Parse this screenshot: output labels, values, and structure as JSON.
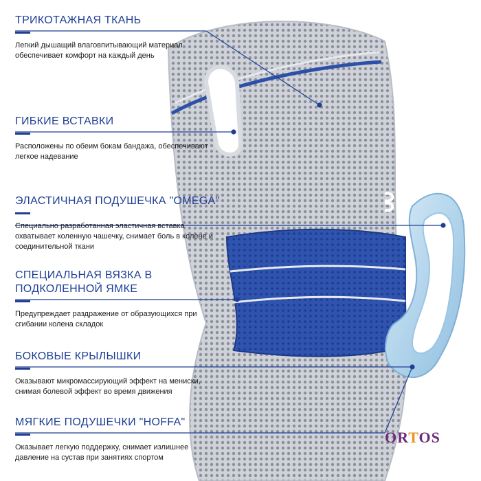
{
  "features": [
    {
      "title": "ТРИКОТАЖНАЯ ТКАНЬ",
      "desc": "Легкий дышащий влаговпитывающий материал обеспечивает комфорт на каждый день"
    },
    {
      "title": "ГИБКИЕ ВСТАВКИ",
      "desc": "Расположены по обеим бокам бандажа, обеспечивают легкое надевание"
    },
    {
      "title": "ЭЛАСТИЧНАЯ ПОДУШЕЧКА \"OMEGA\"",
      "desc": "Специально разработанная эластичная вставка охватывает коленную чашечку, снимает боль в колене и соединительной ткани"
    },
    {
      "title": "СПЕЦИАЛЬНАЯ ВЯЗКА В ПОДКОЛЕННОЙ ЯМКЕ",
      "desc": "Предупреждает раздражение от образующихся при сгибании колена складок"
    },
    {
      "title": "БОКОВЫЕ КРЫЛЫШКИ",
      "desc": "Оказывают микромассирующий эффект на мениски, снимая болевой эффект во время движения"
    },
    {
      "title": "МЯГКИЕ ПОДУШЕЧКИ \"HOFFA\"",
      "desc": "Оказывает легкую поддержку, снимает излишнее давление на сустав при занятиях спортом"
    }
  ],
  "logo": {
    "pre": "OR",
    "mid": "T",
    "post": "OS"
  },
  "colors": {
    "title": "#1f3f95",
    "brace_knit": "#c9ccd3",
    "brace_blue": "#2c4fa8",
    "pad": "#a9cfe9"
  }
}
